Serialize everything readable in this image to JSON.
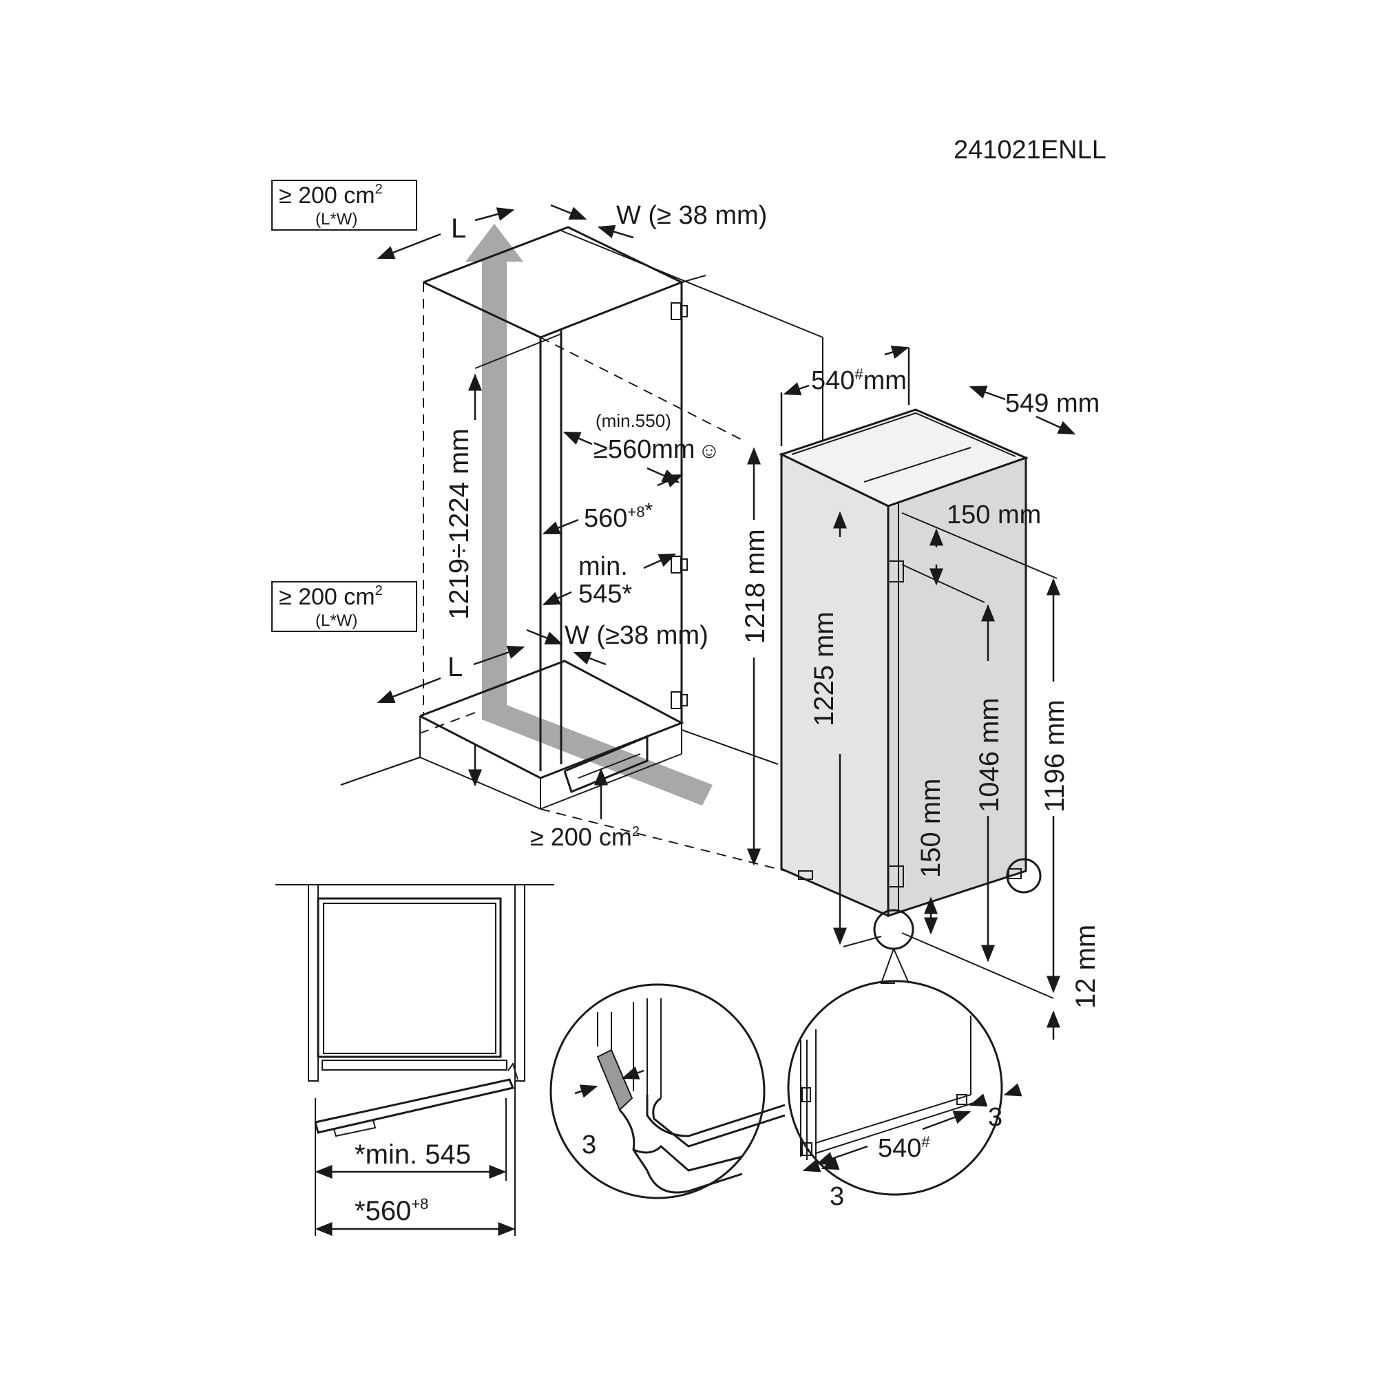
{
  "model_code": "241021ENLL",
  "vent_top": {
    "area": "≥ 200 cm",
    "area_sup": "2",
    "formula": "(L*W)",
    "l": "L",
    "w": "W (≥ 38 mm)"
  },
  "vent_bottom": {
    "area": "≥ 200 cm",
    "area_sup": "2",
    "formula": "(L*W)",
    "l": "L",
    "w": "W (≥38 mm)"
  },
  "vent_plinth": {
    "area": "≥ 200 cm",
    "area_sup": "2"
  },
  "niche": {
    "height_range": "1219÷1224 mm",
    "depth_min_note": "(min.550)",
    "depth": "≥560mm",
    "depth_symbol": "☺",
    "width": "560",
    "width_sup": "+8",
    "width_star": "*",
    "min_label": "min.",
    "min_value": "545*",
    "front_height": "1218 mm"
  },
  "appliance": {
    "depth": "540",
    "depth_sup": "#",
    "depth_unit": "mm",
    "width": "549 mm",
    "top_offset": "150 mm",
    "height": "1225 mm",
    "hinge_span": "1046 mm",
    "bottom_offset": "150 mm",
    "door_height": "1196 mm",
    "floor_gap": "12 mm"
  },
  "plan_view": {
    "min_width": "*min. 545",
    "width": "*560",
    "width_sup": "+8"
  },
  "detail_left": {
    "gap": "3"
  },
  "detail_right": {
    "gap_right": "3",
    "depth": "540",
    "depth_sup": "#",
    "gap_left": "3"
  },
  "colors": {
    "line": "#1a1a1a",
    "appliance_fill": "#e4e4e4",
    "airflow": "#a8a8a8",
    "detail_pad": "#9a9a9a"
  }
}
